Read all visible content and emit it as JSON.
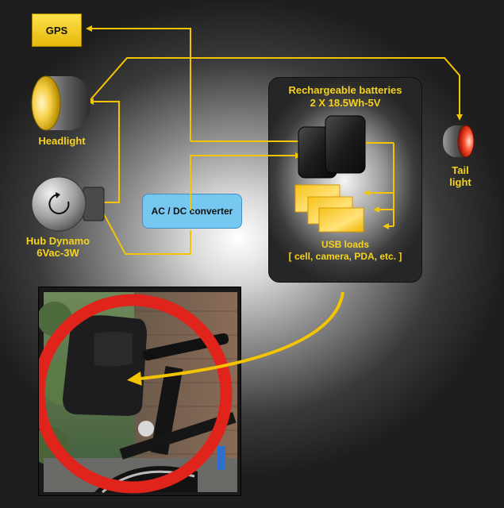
{
  "labels": {
    "gps": "GPS",
    "headlight": "Headlight",
    "hub_dynamo_line1": "Hub Dynamo",
    "hub_dynamo_line2": "6Vac-3W",
    "converter": "AC / DC converter",
    "batteries_line1": "Rechargeable batteries",
    "batteries_line2": "2 X 18.5Wh-5V",
    "usb_line1": "USB loads",
    "usb_line2": "[ cell, camera, PDA, etc. ]",
    "tail_line1": "Tail",
    "tail_line2": "light"
  },
  "colors": {
    "wire": "#f5c400",
    "label_text": "#f7d31c",
    "converter_fill": "#76c8f0",
    "gps_fill": "#f0c91a",
    "highlight_ring": "#e0231b"
  }
}
